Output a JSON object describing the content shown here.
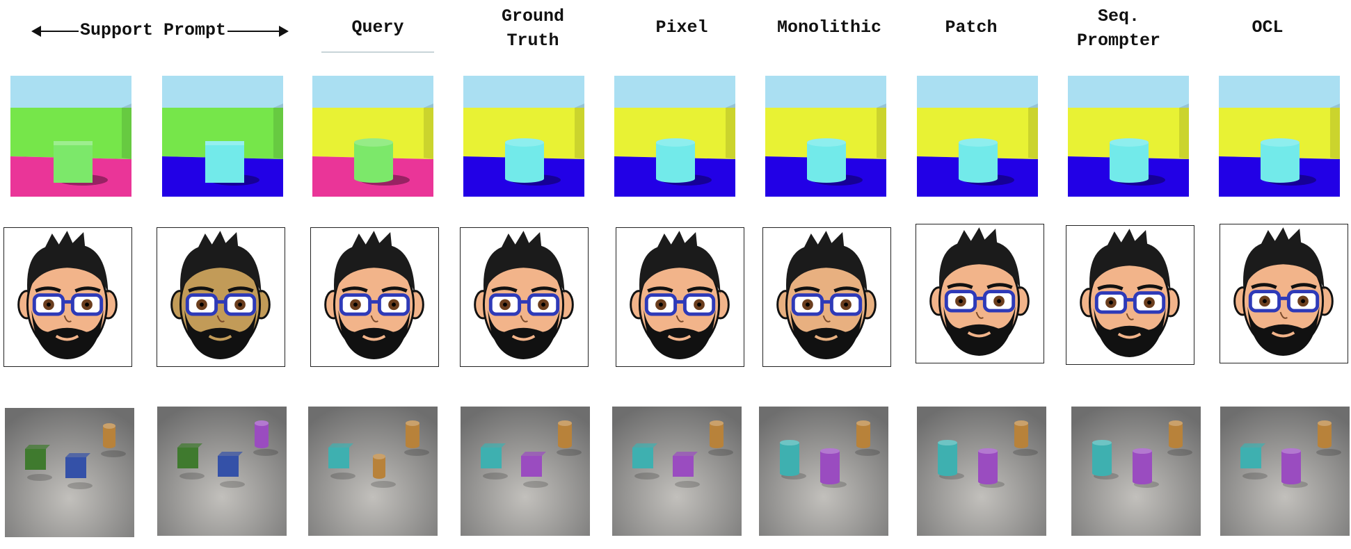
{
  "headers": {
    "support_prompt": "Support Prompt",
    "query": "Query",
    "ground_truth": "Ground\nTruth",
    "pixel": "Pixel",
    "monolithic": "Monolithic",
    "patch": "Patch",
    "seq_prompter": "Seq.\nPrompter",
    "ocl": "OCL"
  },
  "rows": [
    {
      "name": "3d-shapes-row",
      "tiles": [
        {
          "sky": "#aadff2",
          "wall": "#76e64a",
          "floor": "#ea3598",
          "object": "#7ce86a",
          "shape": "cube"
        },
        {
          "sky": "#aadff2",
          "wall": "#76e64a",
          "floor": "#2200e6",
          "object": "#72eaea",
          "shape": "cube"
        },
        {
          "sky": "#aadff2",
          "wall": "#e8f234",
          "floor": "#ea3598",
          "object": "#7ce86a",
          "shape": "cylinder"
        },
        {
          "sky": "#aadff2",
          "wall": "#e8f234",
          "floor": "#2200e6",
          "object": "#72eaea",
          "shape": "cylinder"
        },
        {
          "sky": "#aadff2",
          "wall": "#e8f234",
          "floor": "#2200e6",
          "object": "#72eaea",
          "shape": "cylinder"
        },
        {
          "sky": "#aadff2",
          "wall": "#e8f234",
          "floor": "#2200e6",
          "object": "#72eaea",
          "shape": "cylinder"
        },
        {
          "sky": "#aadff2",
          "wall": "#e8f234",
          "floor": "#2200e6",
          "object": "#72eaea",
          "shape": "cylinder"
        },
        {
          "sky": "#aadff2",
          "wall": "#e8f234",
          "floor": "#2200e6",
          "object": "#72eaea",
          "shape": "cylinder"
        },
        {
          "sky": "#aadff2",
          "wall": "#e8f234",
          "floor": "#2200e6",
          "object": "#72eaea",
          "shape": "cylinder"
        }
      ]
    },
    {
      "name": "bitmoji-faces-row",
      "tiles": [
        {
          "skin": "#f2b48a",
          "hair": "#1b1b1b",
          "glasses": "#2e3ab8",
          "beard": "#111111"
        },
        {
          "skin": "#c29b58",
          "hair": "#1b1b1b",
          "glasses": "#2e3ab8",
          "beard": "#111111"
        },
        {
          "skin": "#f2b48a",
          "hair": "#1b1b1b",
          "glasses": "#2e3ab8",
          "beard": "#111111"
        },
        {
          "skin": "#f2b48a",
          "hair": "#1b1b1b",
          "glasses": "#2e3ab8",
          "beard": "#111111"
        },
        {
          "skin": "#f2b48a",
          "hair": "#1b1b1b",
          "glasses": "#2e3ab8",
          "beard": "#111111"
        },
        {
          "skin": "#e8b080",
          "hair": "#1b1b1b",
          "glasses": "#2e3ab8",
          "beard": "#111111"
        },
        {
          "skin": "#f2b48a",
          "hair": "#1b1b1b",
          "glasses": "#2e3ab8",
          "beard": "#111111"
        },
        {
          "skin": "#f2b48a",
          "hair": "#1b1b1b",
          "glasses": "#2e3ab8",
          "beard": "#111111"
        },
        {
          "skin": "#f2b48a",
          "hair": "#1b1b1b",
          "glasses": "#2e3ab8",
          "beard": "#111111"
        }
      ]
    },
    {
      "name": "clevr-objects-row",
      "tiles": [
        {
          "objects": [
            "green-cube",
            "blue-cube",
            "brown-cylinder-small"
          ]
        },
        {
          "objects": [
            "green-cube",
            "blue-cube",
            "purple-cylinder"
          ]
        },
        {
          "objects": [
            "teal-cube",
            "brown-cylinder-small",
            "brown-cylinder"
          ]
        },
        {
          "objects": [
            "teal-cube",
            "purple-cube",
            "brown-cylinder"
          ]
        },
        {
          "objects": [
            "teal-cube",
            "purple-cube",
            "brown-cylinder"
          ]
        },
        {
          "objects": [
            "teal-cylinder",
            "purple-cylinder",
            "brown-cylinder"
          ]
        },
        {
          "objects": [
            "teal-cylinder",
            "purple-cylinder",
            "brown-cylinder"
          ]
        },
        {
          "objects": [
            "teal-cylinder",
            "purple-cylinder",
            "brown-cylinder"
          ]
        },
        {
          "objects": [
            "teal-cube",
            "purple-cylinder",
            "brown-cylinder"
          ]
        }
      ]
    }
  ],
  "colors": {
    "teal": "#3eb0b0",
    "purple": "#9a4cc0",
    "brown": "#b8823a",
    "green": "#3f7a2e",
    "blue": "#3451a8"
  }
}
